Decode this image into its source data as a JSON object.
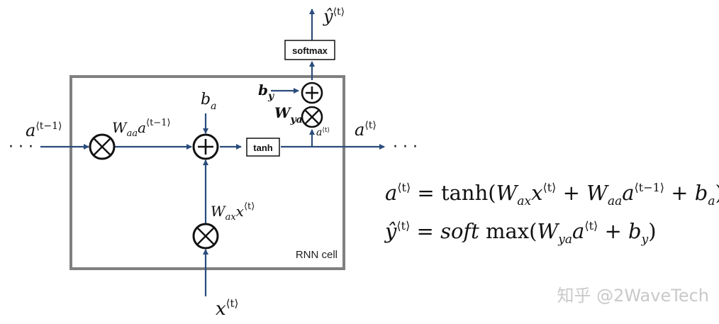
{
  "cell_label": "RNN cell",
  "tanh_label": "tanh",
  "softmax_label": "softmax",
  "input_ellipsis": "· · ·",
  "output_ellipsis": "· · ·",
  "labels": {
    "a_prev": {
      "base": "a",
      "sup": "⟨t−1⟩"
    },
    "waa_a": {
      "w": "W",
      "wsub": "aa",
      "base": "a",
      "sup": "⟨t−1⟩"
    },
    "b_a": {
      "base": "b",
      "sub": "a"
    },
    "b_y": {
      "base": "b",
      "sub": "y"
    },
    "w_ya": {
      "w": "W",
      "wsub": "ya"
    },
    "a_small": {
      "base": "a",
      "sup": "⟨t⟩"
    },
    "a_out": {
      "base": "a",
      "sup": "⟨t⟩"
    },
    "wax_x": {
      "w": "W",
      "wsub": "ax",
      "base": "x",
      "sup": "⟨t⟩"
    },
    "x_in": {
      "base": "x",
      "sup": "⟨t⟩"
    },
    "y_hat": {
      "base": "ŷ",
      "sup": "⟨t⟩"
    }
  },
  "equations": {
    "eq1": {
      "lhs": "a",
      "lhs_sup": "⟨t⟩",
      "eq": " = tanh(",
      "w1": "W",
      "w1_sub": "ax",
      "v1": "x",
      "v1_sup": "⟨t⟩",
      "plus1": " + ",
      "w2": "W",
      "w2_sub": "aa",
      "v2": "a",
      "v2_sup": "⟨t−1⟩",
      "plus2": " + ",
      "b": "b",
      "b_sub": "a",
      "close": ")"
    },
    "eq2": {
      "lhs": "ŷ",
      "lhs_sup": "⟨t⟩",
      "eq": " = ",
      "soft": "soft",
      "max": " max(",
      "w": "W",
      "w_sub": "ya",
      "v": "a",
      "v_sup": "⟨t⟩",
      "plus": " + ",
      "b": "b",
      "b_sub": "y",
      "close": ")"
    }
  },
  "watermark": "知乎 @2WaveTech",
  "colors": {
    "arrow": "#2a4c7c",
    "cell_border": "#808080",
    "node": "#111111"
  }
}
